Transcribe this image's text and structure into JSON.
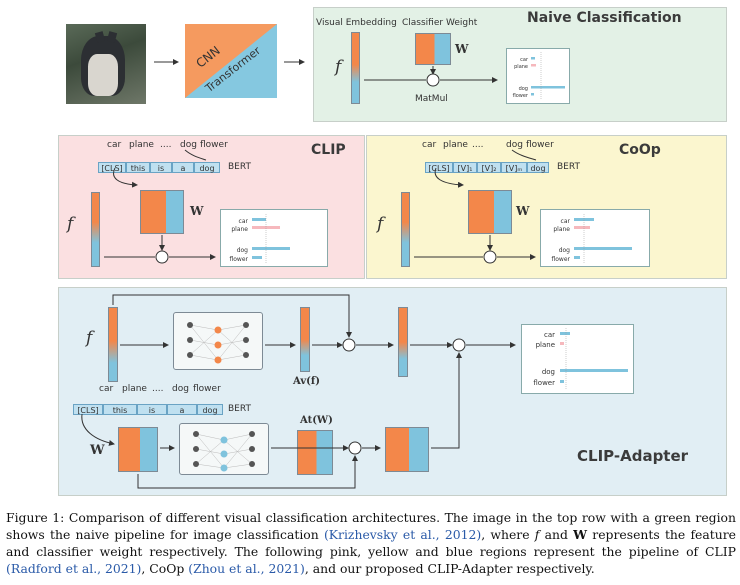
{
  "panels": {
    "naive": {
      "title": "Naive Classification",
      "visual_embedding": "Visual Embedding",
      "classifier_weight": "Classifier Weight",
      "matmul": "MatMul",
      "f": "f",
      "w": "W",
      "cnn": "CNN",
      "transformer": "Transformer"
    },
    "clip": {
      "title": "CLIP",
      "f": "f",
      "w": "W",
      "bert": "BERT"
    },
    "coop": {
      "title": "CoOp",
      "f": "f",
      "w": "W",
      "bert": "BERT"
    },
    "adapter": {
      "title": "CLIP-Adapter",
      "f": "f",
      "w": "W",
      "av": "Av(f)",
      "at": "At(W)",
      "bert": "BERT"
    }
  },
  "classes_header": [
    "car",
    "plane",
    "....",
    "dog",
    "flower"
  ],
  "prompt_clip": [
    "[CLS]",
    "this",
    "is",
    "a",
    "dog"
  ],
  "prompt_coop": [
    "[CLS]",
    "[V]₁",
    "[V]₂",
    "[V]ₘ",
    "dog"
  ],
  "prompt_adapter": [
    "[CLS]",
    "this",
    "is",
    "a",
    "dog"
  ],
  "chart_labels": [
    "car",
    "plane",
    "dog",
    "flower"
  ],
  "chart_ellipsis": ":",
  "caption": {
    "p1": "Figure 1: Comparison of different visual classification architectures. The image in the top row with a green region shows the naive pipeline for image classification ",
    "c1": "(Krizhevsky et al., 2012)",
    "p2": ", where ",
    "f": "f",
    "p3": " and ",
    "w": "W",
    "p4": " represents the feature and classifier weight respectively. The following pink, yellow and blue regions represent the pipeline of CLIP ",
    "c2": "(Radford et al., 2021)",
    "p5": ", CoOp ",
    "c3": "(Zhou et al., 2021)",
    "p6": ", and our proposed CLIP-Adapter respectively."
  },
  "colors": {
    "green": "#e3f1e6",
    "pink": "#fbe0e1",
    "yellow": "#fbf6cf",
    "blue": "#e1eef4",
    "orange": "#f3874a",
    "teal": "#7fc3dd",
    "pinkbar": "#f6b8bd"
  }
}
